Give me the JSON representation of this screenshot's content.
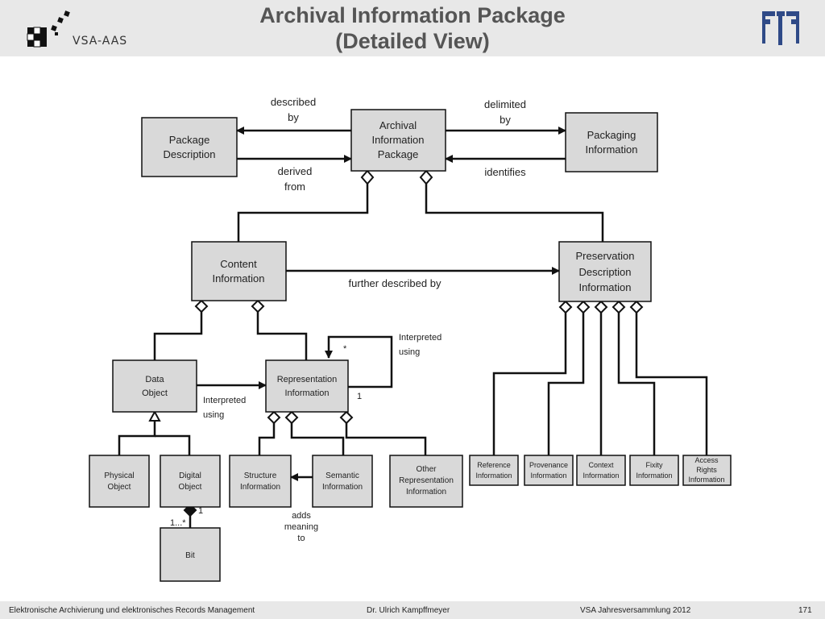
{
  "header": {
    "title_line1": "Archival Information Package",
    "title_line2": "(Detailed View)",
    "org_text": "VSA-AAS"
  },
  "diagram": {
    "boxes": {
      "package_description": [
        "Package",
        "Description"
      ],
      "aip": [
        "Archival",
        "Information",
        "Package"
      ],
      "packaging_information": [
        "Packaging",
        "Information"
      ],
      "content_information": [
        "Content",
        "Information"
      ],
      "pdi": [
        "Preservation",
        "Description",
        "Information"
      ],
      "data_object": [
        "Data",
        "Object"
      ],
      "representation_information": [
        "Representation",
        "Information"
      ],
      "physical_object": [
        "Physical",
        "Object"
      ],
      "digital_object": [
        "Digital",
        "Object"
      ],
      "structure_information": [
        "Structure",
        "Information"
      ],
      "semantic_information": [
        "Semantic",
        "Information"
      ],
      "other_representation_information": [
        "Other",
        "Representation",
        "Information"
      ],
      "bit": [
        "Bit"
      ],
      "reference_information": [
        "Reference",
        "Information"
      ],
      "provenance_information": [
        "Provenance",
        "Information"
      ],
      "context_information": [
        "Context",
        "Information"
      ],
      "fixity_information": [
        "Fixity",
        "Information"
      ],
      "access_rights_information": [
        "Access",
        "Rights",
        "Information"
      ]
    },
    "labels": {
      "described_by": [
        "described",
        "by"
      ],
      "derived_from": [
        "derived",
        "from"
      ],
      "delimited_by": [
        "delimited",
        "by"
      ],
      "identifies": [
        "identifies"
      ],
      "further_described_by": [
        "further described by"
      ],
      "interpreted_using_self": [
        "Interpreted",
        "using"
      ],
      "interpreted_using": [
        "Interpreted",
        "using"
      ],
      "adds_meaning_to": [
        "adds",
        "meaning",
        "to"
      ],
      "star": "*",
      "one": "1",
      "one_bit": "1",
      "one_to_many": "1...*"
    }
  },
  "footer": {
    "left": "Elektronische Archivierung und elektronisches Records Management",
    "center": "Dr. Ulrich Kampffmeyer",
    "right": "VSA Jahresversammlung 2012",
    "page": "171"
  },
  "colors": {
    "header_bg": "#e8e8e8",
    "title": "#555555",
    "box_fill": "#d9d9d9",
    "line": "#111111",
    "logo_right": "#2f4a87"
  },
  "icons": [
    "vsa-aas-logo",
    "kff-logo"
  ]
}
